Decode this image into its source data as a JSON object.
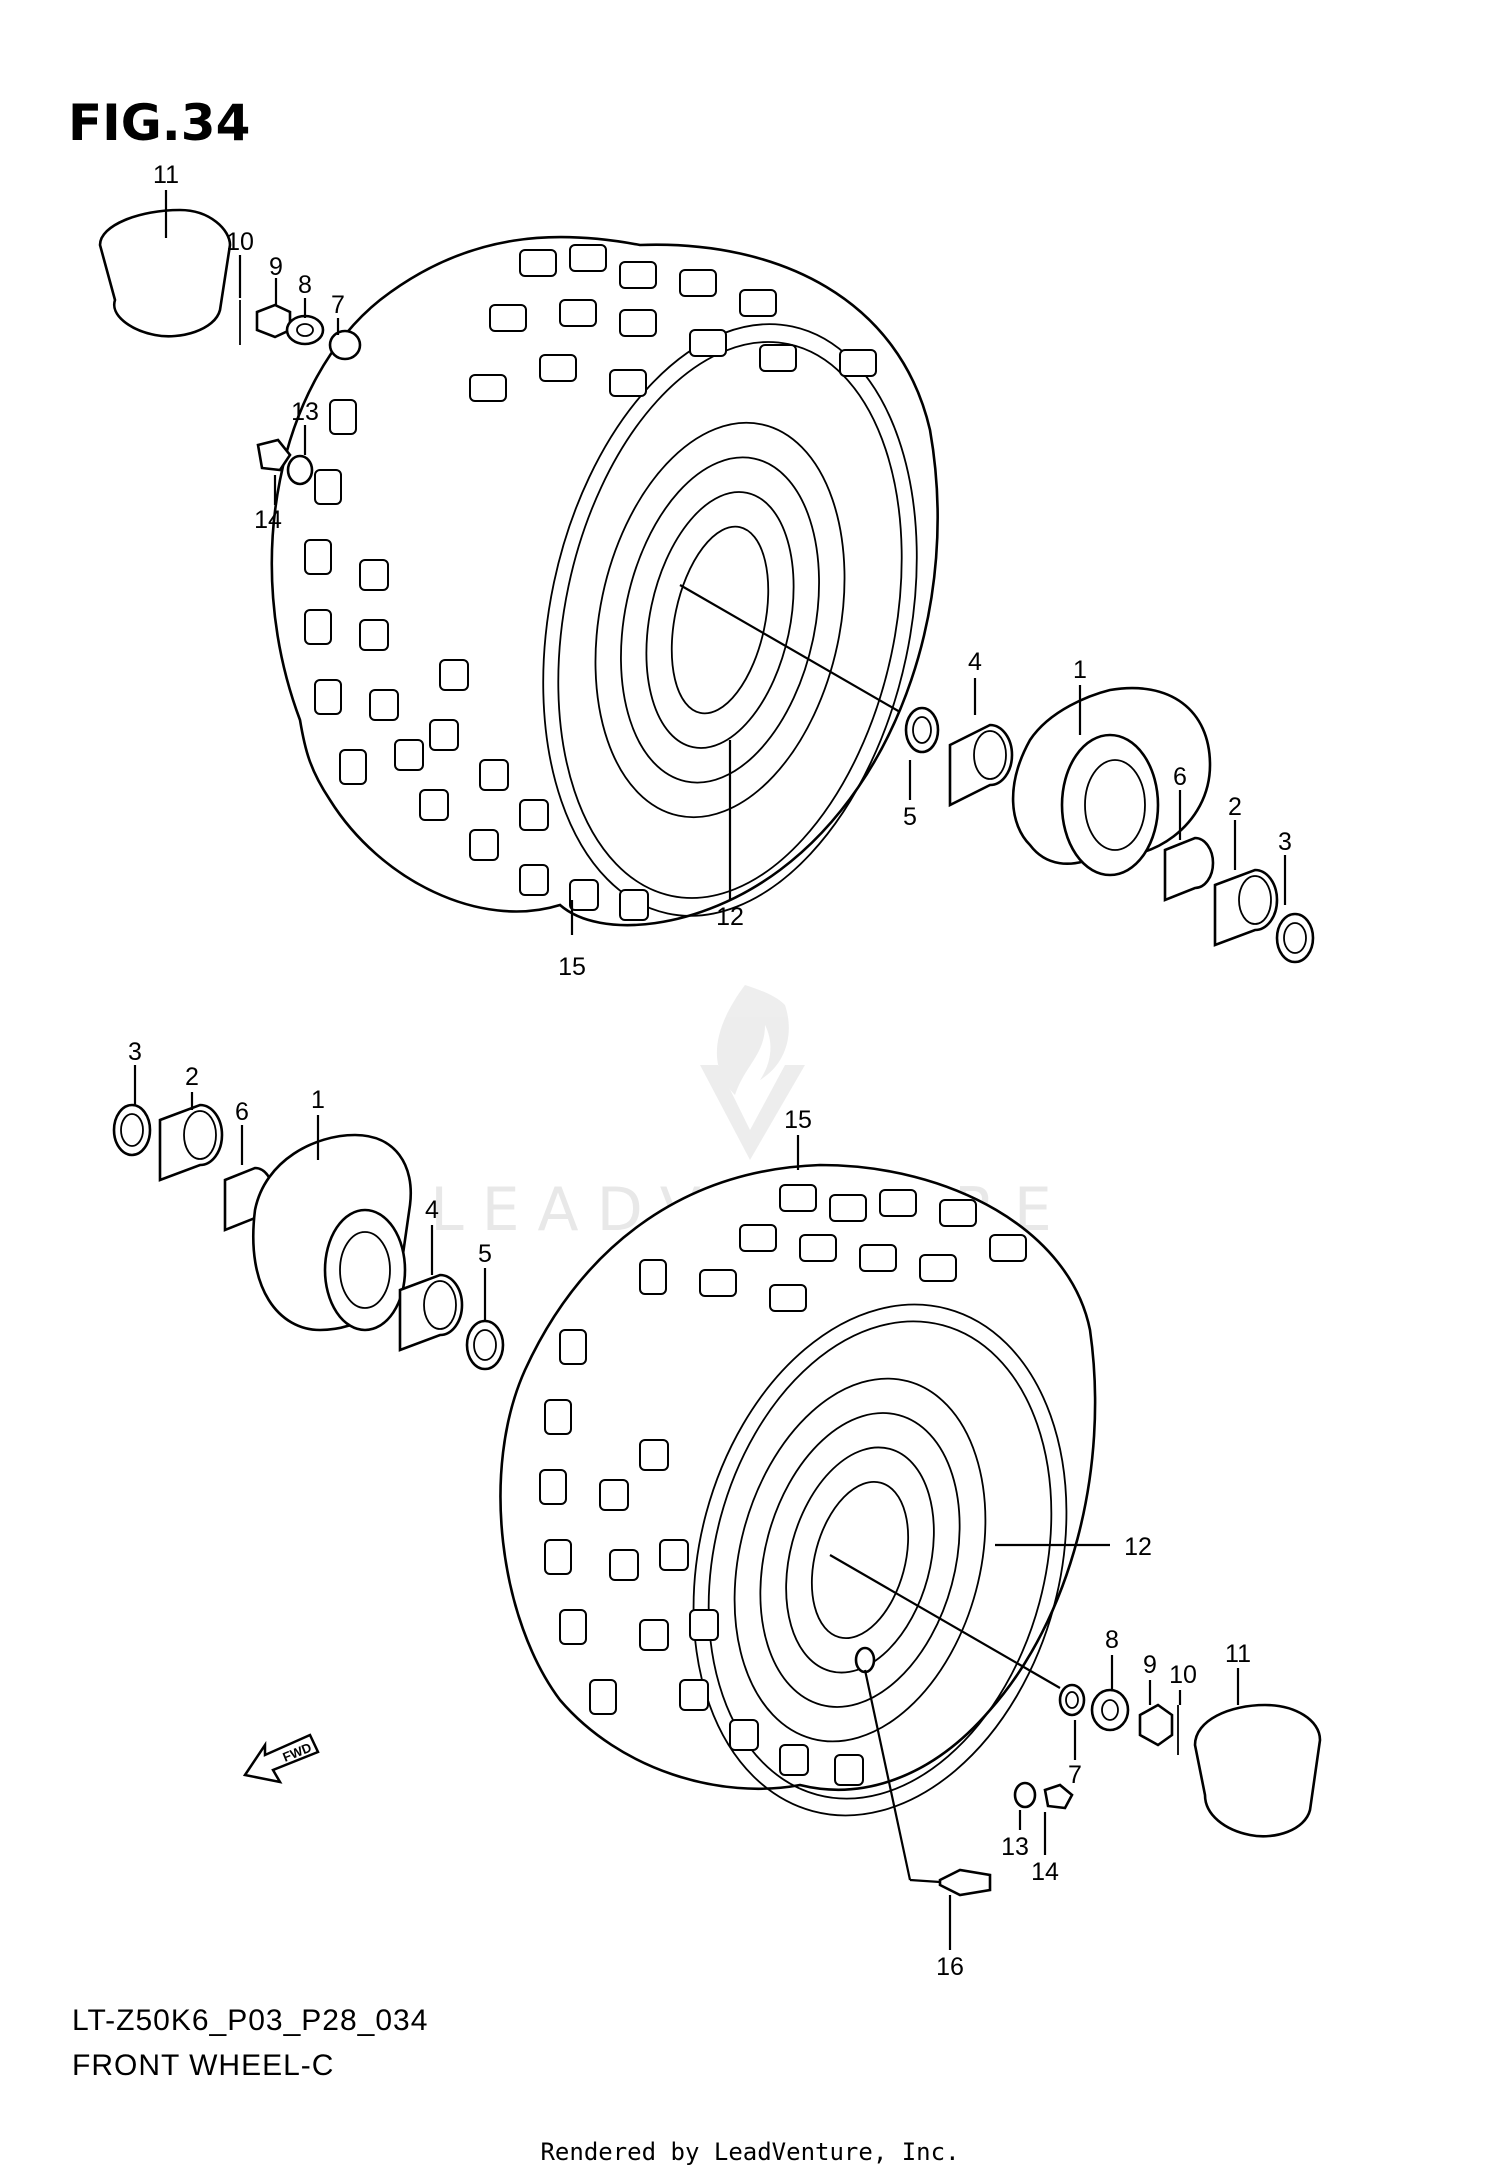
{
  "figure": {
    "title": "FIG.34",
    "model_code": "LT-Z50K6_P03_P28_034",
    "section_name": "FRONT WHEEL-C",
    "credit": "Rendered by LeadVenture, Inc.",
    "watermark": "LEADVENTURE",
    "fwd_label": "FWD"
  },
  "upper_assembly": {
    "callouts": [
      "11",
      "10",
      "9",
      "8",
      "7",
      "13",
      "14",
      "4",
      "1",
      "5",
      "6",
      "2",
      "3",
      "12",
      "15"
    ]
  },
  "lower_assembly": {
    "callouts": [
      "3",
      "2",
      "6",
      "1",
      "4",
      "5",
      "15",
      "12",
      "8",
      "9",
      "10",
      "11",
      "7",
      "13",
      "14",
      "16"
    ]
  }
}
